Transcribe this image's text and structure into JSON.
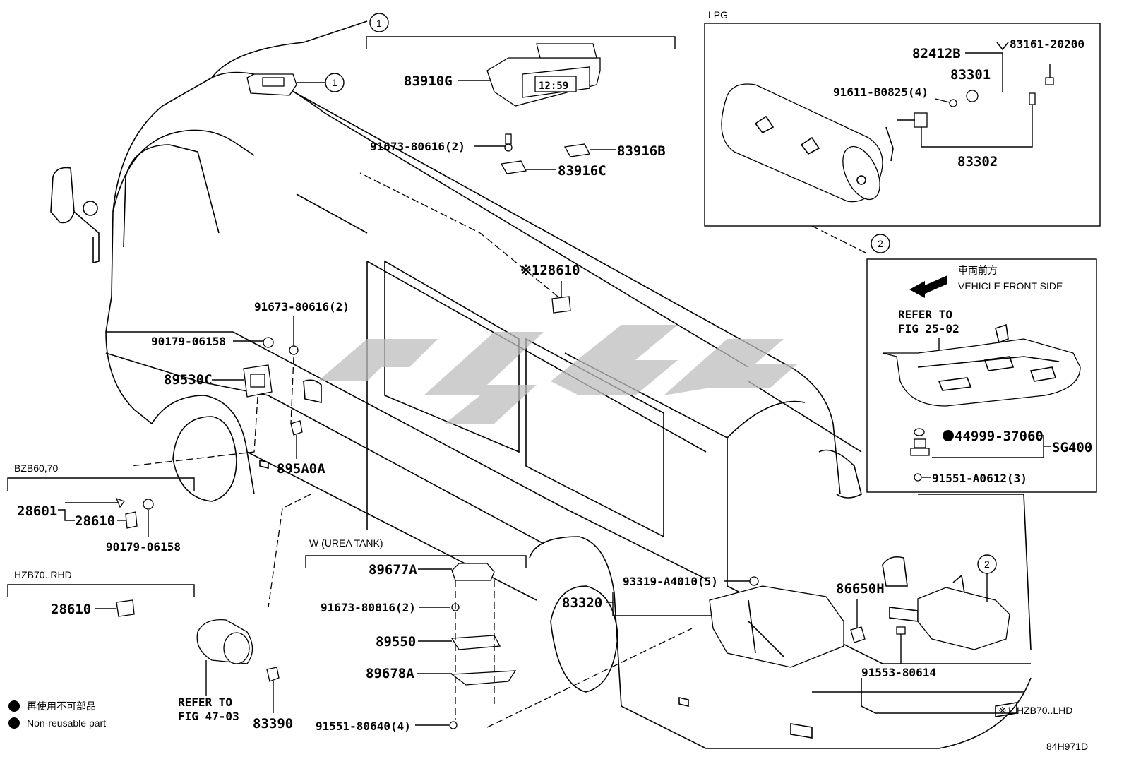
{
  "diagram_code": "84H971D",
  "callouts": [
    "1",
    "2"
  ],
  "section_labels": {
    "lpg": "LPG",
    "bzb": "BZB60,70",
    "hzb_rhd": "HZB70..RHD",
    "urea": "W (UREA TANK)"
  },
  "vehicle_front": {
    "jp": "車両前方",
    "en": "VEHICLE FRONT SIDE"
  },
  "refer_to": "REFER TO",
  "refer_fig_25": "FIG 25-02",
  "refer_fig_47": "FIG 47-03",
  "legend": {
    "jp": "再使用不可部品",
    "en": "Non-reusable part",
    "note_prefix": "※1",
    "note": "HZB70..LHD"
  },
  "parts": {
    "p83910G": "83910G",
    "p91673_80616_top": "91673-80616(2)",
    "p83916B": "83916B",
    "p83916C": "83916C",
    "p82412B": "82412B",
    "p83161": "83161-20200",
    "p83301": "83301",
    "p91611": "91611-B0825(4)",
    "p83302": "83302",
    "p28610_note": "※128610",
    "p91673_80616_mid": "91673-80616(2)",
    "p90179_a": "90179-06158",
    "p89530C": "89530C",
    "p895A0A": "895A0A",
    "p28601": "28601",
    "p28610_bzb": "28610",
    "p90179_b": "90179-06158",
    "p28610_hzb": "28610",
    "p83390": "83390",
    "p89677A": "89677A",
    "p91673_80816": "91673-80816(2)",
    "p89550": "89550",
    "p89678A": "89678A",
    "p91551_80640": "91551-80640(4)",
    "p93319": "93319-A4010(5)",
    "p83320": "83320",
    "p86650H": "86650H",
    "p91553": "91553-80614",
    "p44999": "44999-37060",
    "pSG400": "SG400",
    "p91551_A0612": "91551-A0612(3)"
  },
  "clock_display": "12:59"
}
